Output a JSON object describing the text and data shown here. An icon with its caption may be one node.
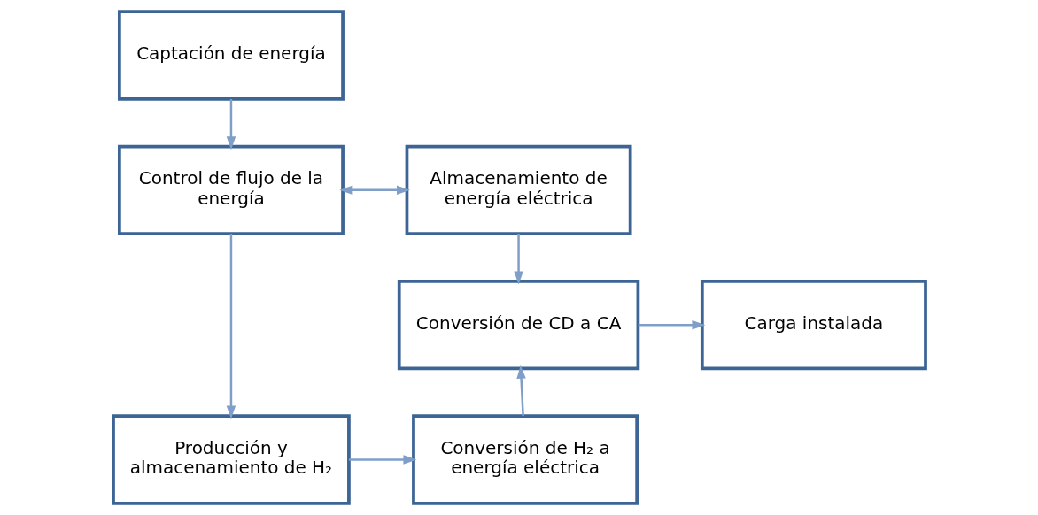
{
  "diagram": {
    "nodes": [
      {
        "text": [
          "Captación de energía"
        ]
      },
      {
        "text": [
          "Control de flujo de la energía"
        ]
      },
      {
        "text": [
          "Almacenamiento de energía eléctrica"
        ]
      },
      {
        "text": [
          "Conversión de CD a CA"
        ]
      },
      {
        "text": [
          "Carga instalada"
        ]
      },
      {
        "text": [
          "Producción y almacenamiento de H₂"
        ]
      },
      {
        "text": [
          "Conversión de H₂ a energía eléctrica"
        ]
      }
    ],
    "edges": [
      {
        "from": 0,
        "to": 1,
        "arrow": "to"
      },
      {
        "from": 1,
        "to": 2,
        "arrow": "both"
      },
      {
        "from": 2,
        "to": 3,
        "arrow": "to"
      },
      {
        "from": 3,
        "to": 4,
        "arrow": "to"
      },
      {
        "from": 1,
        "to": 5,
        "arrow": "to"
      },
      {
        "from": 5,
        "to": 6,
        "arrow": "to"
      },
      {
        "from": 6,
        "to": 3,
        "arrow": "to"
      }
    ]
  }
}
